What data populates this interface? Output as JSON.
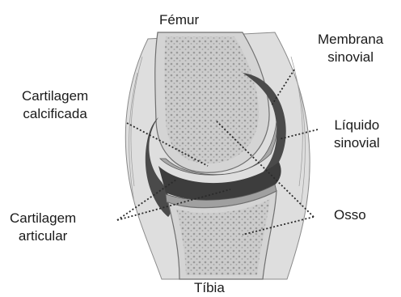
{
  "labels": {
    "femur": "Fémur",
    "tibia": "Tíbia",
    "membrana": [
      "Membrana",
      "sinovial"
    ],
    "liquido": [
      "Líquido",
      "sinovial"
    ],
    "calcificada": [
      "Cartilagem",
      "calcificada"
    ],
    "articular": [
      "Cartilagem",
      "articular"
    ],
    "osso": "Osso"
  },
  "colors": {
    "background": "#ffffff",
    "bone_cortex": "#cfcfcf",
    "spongy_bone": "#b5b5b5",
    "synovial_fluid": "#3d3d3d",
    "cartilage": "#9a9a9a",
    "soft_tissue": "#dcdcdc",
    "leader_line": "#2a2a2a"
  }
}
